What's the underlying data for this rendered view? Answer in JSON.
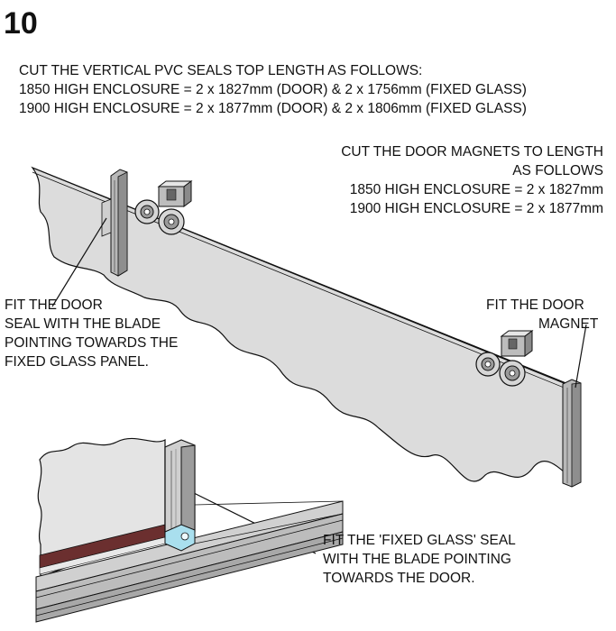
{
  "step_number": "10",
  "intro": {
    "heading": "CUT THE VERTICAL PVC SEALS TOP LENGTH AS FOLLOWS:",
    "line_1850": "1850 HIGH ENCLOSURE = 2 x 1827mm (DOOR) & 2 x 1756mm (FIXED GLASS)",
    "line_1900": "1900 HIGH ENCLOSURE = 2 x 1877mm (DOOR) & 2 x 1806mm (FIXED GLASS)"
  },
  "magnet_note": {
    "line1": "CUT THE DOOR MAGNETS TO LENGTH",
    "line2": "AS FOLLOWS",
    "line3": "1850 HIGH ENCLOSURE = 2 x 1827mm",
    "line4": "1900 HIGH ENCLOSURE = 2 x 1877mm"
  },
  "door_seal_note": {
    "line1": "FIT THE DOOR",
    "line2": "SEAL WITH THE BLADE",
    "line3": "POINTING TOWARDS THE",
    "line4": "FIXED GLASS PANEL."
  },
  "door_magnet_note": {
    "line1": "FIT THE DOOR",
    "line2": "MAGNET"
  },
  "fixed_seal_note": {
    "line1": "FIT THE 'FIXED GLASS' SEAL",
    "line2": "WITH THE BLADE POINTING",
    "line3": "TOWARDS THE DOOR."
  },
  "colors": {
    "glass": "#dcdcdc",
    "seal_blue": "#a9dfee",
    "track_red": "#6b2f2f",
    "line": "#111111"
  }
}
